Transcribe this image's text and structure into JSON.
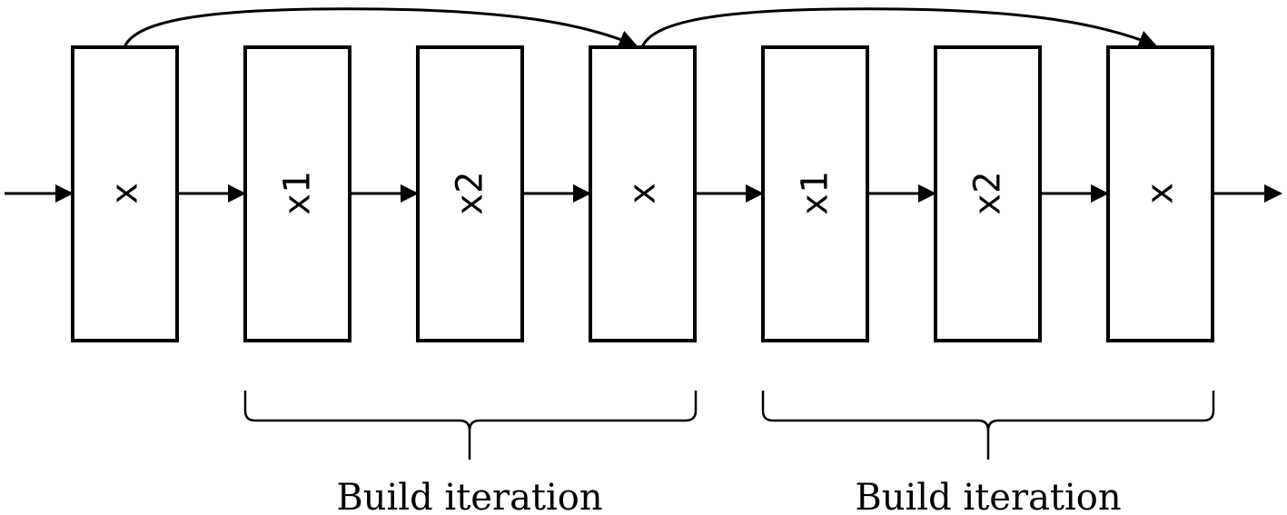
{
  "nodes": [
    {
      "label": "x"
    },
    {
      "label": "x1"
    },
    {
      "label": "x2"
    },
    {
      "label": "x"
    },
    {
      "label": "x1"
    },
    {
      "label": "x2"
    },
    {
      "label": "x"
    }
  ],
  "groups": [
    {
      "label": "Build iteration"
    },
    {
      "label": "Build iteration"
    }
  ],
  "colors": {
    "stroke": "#000000",
    "fill": "#ffffff"
  }
}
